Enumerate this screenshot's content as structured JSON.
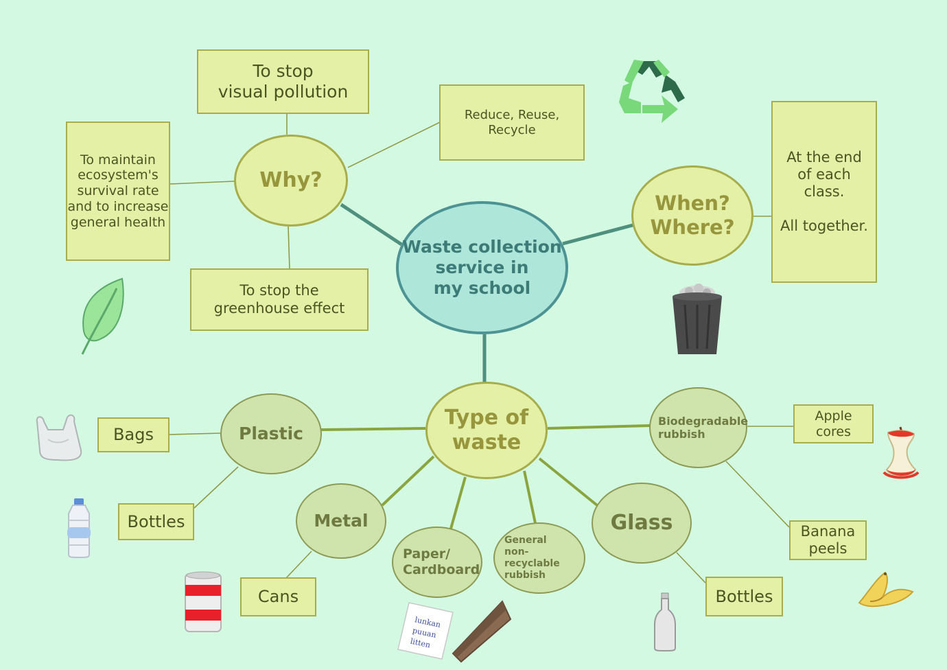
{
  "center": "Waste collection\nservice in\nmy school",
  "why": {
    "label": "Why?",
    "reasons": {
      "visual": "To stop\nvisual pollution",
      "rrr": "Reduce, Reuse, Recycle",
      "ecosystem": "To maintain\necosystem's\nsurvival rate\nand to increase\ngeneral health",
      "greenhouse": "To stop the\ngreenhouse effect"
    }
  },
  "when": {
    "label": "When?\nWhere?",
    "answer": "At the end\nof each\nclass.\n\nAll together."
  },
  "types": {
    "label": "Type of\nwaste",
    "plastic": {
      "label": "Plastic",
      "items": [
        "Bags",
        "Bottles"
      ]
    },
    "metal": {
      "label": "Metal",
      "items": [
        "Cans"
      ]
    },
    "paper": {
      "label": "Paper/\nCardboard"
    },
    "general": {
      "label": "General\nnon-recyclable\nrubbish"
    },
    "glass": {
      "label": "Glass",
      "items": [
        "Bottles"
      ]
    },
    "bio": {
      "label": "Biodegradable\nrubbish",
      "items": [
        "Apple\ncores",
        "Banana\npeels"
      ]
    }
  },
  "note_text": "lunkan\npuuan\nlitten",
  "icons": [
    "recycle-icon",
    "trash-bin-icon",
    "leaf-icon",
    "plastic-bag-icon",
    "plastic-bottle-icon",
    "can-icon",
    "paper-note-icon",
    "cardboard-icon",
    "glass-bottle-icon",
    "apple-core-icon",
    "banana-peel-icon"
  ],
  "colors": {
    "background": "#d3f9e3",
    "box_fill": "#e3f0a6",
    "center_fill": "#aee6da",
    "center_border": "#4d9394"
  }
}
